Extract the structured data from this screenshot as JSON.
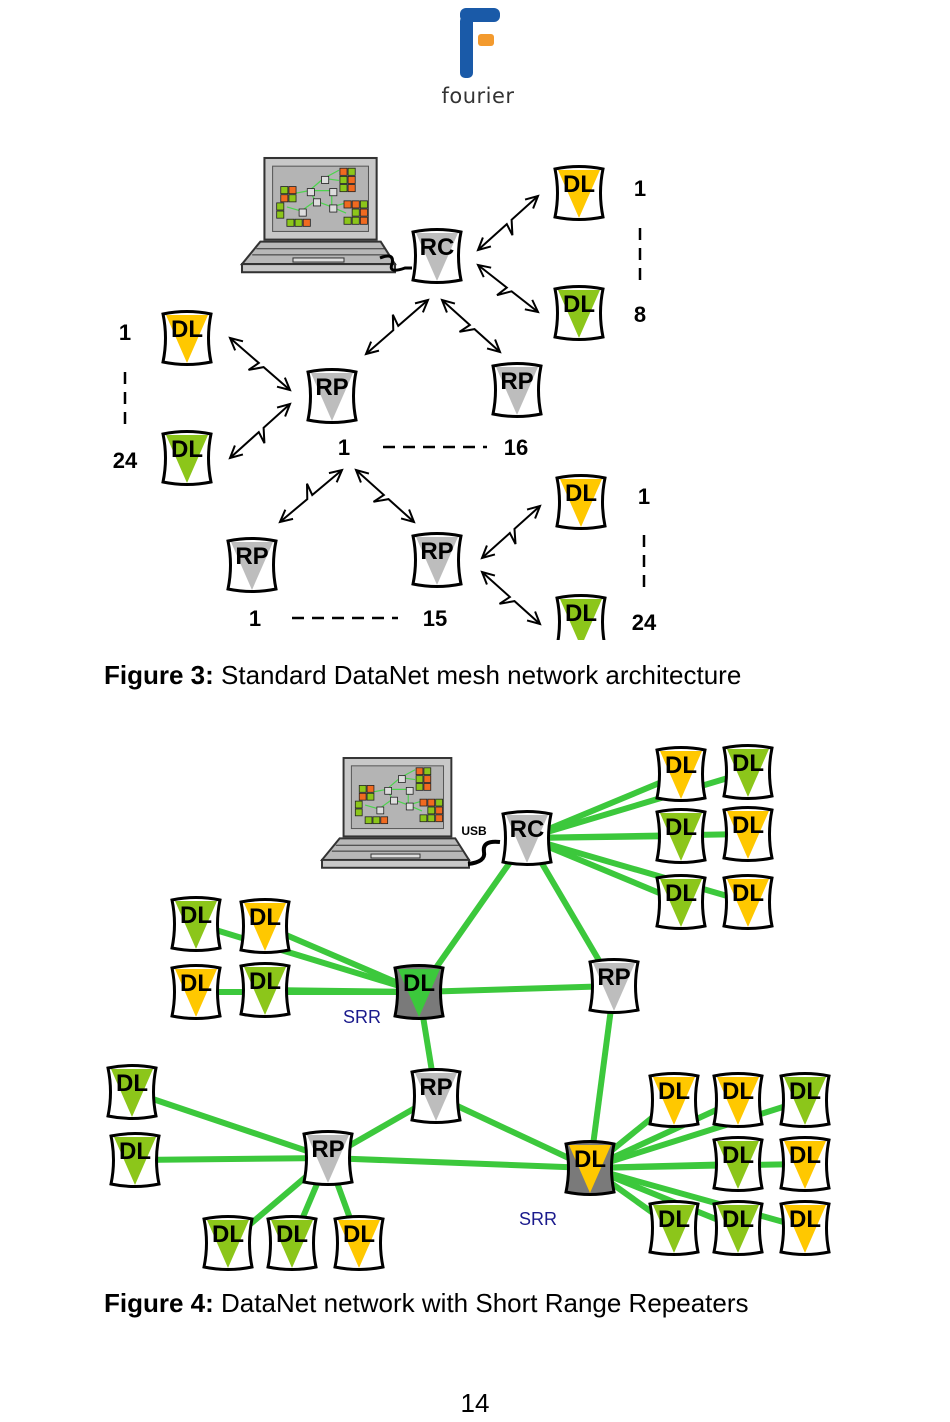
{
  "logo": {
    "text": "fourier",
    "colors": {
      "blue": "#1a5aa8",
      "orange": "#f39a2e"
    }
  },
  "colors": {
    "yellow": "#ffc800",
    "green": "#8cc61a",
    "gray": "#bdbdbd",
    "dark_gray": "#7a7a7a",
    "link_green": "#3cc83c",
    "srr_blue": "#1a1a8c"
  },
  "figure3": {
    "caption_label": "Figure 3:",
    "caption_text": " Standard DataNet mesh network architecture",
    "nodes": [
      {
        "id": "rc",
        "label": "RC",
        "fill": "gray",
        "body": "white"
      },
      {
        "id": "dl-top-1",
        "label": "DL",
        "fill": "yellow",
        "body": "white"
      },
      {
        "id": "dl-top-8",
        "label": "DL",
        "fill": "green",
        "body": "white"
      },
      {
        "id": "dl-left-1",
        "label": "DL",
        "fill": "yellow",
        "body": "white"
      },
      {
        "id": "dl-left-24",
        "label": "DL",
        "fill": "green",
        "body": "white"
      },
      {
        "id": "rp-1",
        "label": "RP",
        "fill": "gray",
        "body": "white"
      },
      {
        "id": "rp-16",
        "label": "RP",
        "fill": "gray",
        "body": "white"
      },
      {
        "id": "rp-sub-1",
        "label": "RP",
        "fill": "gray",
        "body": "white"
      },
      {
        "id": "rp-sub-15",
        "label": "RP",
        "fill": "gray",
        "body": "white"
      },
      {
        "id": "dl-br-1",
        "label": "DL",
        "fill": "yellow",
        "body": "white"
      },
      {
        "id": "dl-br-24",
        "label": "DL",
        "fill": "green",
        "body": "white"
      }
    ],
    "numbers": [
      "1",
      "8",
      "1",
      "24",
      "1",
      "16",
      "1",
      "24",
      "1",
      "15"
    ]
  },
  "figure4": {
    "caption_label": "Figure 4:",
    "caption_text": " DataNet network with Short Range Repeaters",
    "usb_label": "USB",
    "srr_labels": [
      "SRR",
      "SRR"
    ],
    "nodes": [
      {
        "id": "rc",
        "label": "RC",
        "fill": "gray",
        "body": "white"
      },
      {
        "id": "tr1",
        "label": "DL",
        "fill": "yellow",
        "body": "white"
      },
      {
        "id": "tr2",
        "label": "DL",
        "fill": "green",
        "body": "white"
      },
      {
        "id": "tr3",
        "label": "DL",
        "fill": "green",
        "body": "white"
      },
      {
        "id": "tr4",
        "label": "DL",
        "fill": "yellow",
        "body": "white"
      },
      {
        "id": "tr5",
        "label": "DL",
        "fill": "green",
        "body": "white"
      },
      {
        "id": "tr6",
        "label": "DL",
        "fill": "yellow",
        "body": "white"
      },
      {
        "id": "ml1",
        "label": "DL",
        "fill": "green",
        "body": "white"
      },
      {
        "id": "ml2",
        "label": "DL",
        "fill": "yellow",
        "body": "white"
      },
      {
        "id": "ml3",
        "label": "DL",
        "fill": "yellow",
        "body": "white"
      },
      {
        "id": "ml4",
        "label": "DL",
        "fill": "green",
        "body": "white"
      },
      {
        "id": "srr1",
        "label": "DL",
        "fill": "link_green",
        "body": "dark_gray"
      },
      {
        "id": "rp-right",
        "label": "RP",
        "fill": "gray",
        "body": "white"
      },
      {
        "id": "rp-mid",
        "label": "RP",
        "fill": "gray",
        "body": "white"
      },
      {
        "id": "bl1",
        "label": "DL",
        "fill": "green",
        "body": "white"
      },
      {
        "id": "bl2",
        "label": "DL",
        "fill": "green",
        "body": "white"
      },
      {
        "id": "rp-left",
        "label": "RP",
        "fill": "gray",
        "body": "white"
      },
      {
        "id": "bb1",
        "label": "DL",
        "fill": "green",
        "body": "white"
      },
      {
        "id": "bb2",
        "label": "DL",
        "fill": "green",
        "body": "white"
      },
      {
        "id": "bb3",
        "label": "DL",
        "fill": "yellow",
        "body": "white"
      },
      {
        "id": "srr2",
        "label": "DL",
        "fill": "yellow",
        "body": "dark_gray"
      },
      {
        "id": "br1",
        "label": "DL",
        "fill": "yellow",
        "body": "white"
      },
      {
        "id": "br2",
        "label": "DL",
        "fill": "yellow",
        "body": "white"
      },
      {
        "id": "br3",
        "label": "DL",
        "fill": "green",
        "body": "white"
      },
      {
        "id": "br4",
        "label": "DL",
        "fill": "green",
        "body": "white"
      },
      {
        "id": "br5",
        "label": "DL",
        "fill": "yellow",
        "body": "white"
      },
      {
        "id": "br6",
        "label": "DL",
        "fill": "green",
        "body": "white"
      },
      {
        "id": "br7",
        "label": "DL",
        "fill": "green",
        "body": "white"
      },
      {
        "id": "br8",
        "label": "DL",
        "fill": "yellow",
        "body": "white"
      }
    ],
    "links": [
      [
        "rc",
        "tr1"
      ],
      [
        "rc",
        "tr2"
      ],
      [
        "rc",
        "tr3"
      ],
      [
        "rc",
        "tr4"
      ],
      [
        "rc",
        "tr5"
      ],
      [
        "rc",
        "tr6"
      ],
      [
        "rc",
        "srr1"
      ],
      [
        "rc",
        "rp-right"
      ],
      [
        "srr1",
        "ml1"
      ],
      [
        "srr1",
        "ml2"
      ],
      [
        "srr1",
        "ml3"
      ],
      [
        "srr1",
        "ml4"
      ],
      [
        "srr1",
        "rp-right"
      ],
      [
        "srr1",
        "rp-mid"
      ],
      [
        "rp-right",
        "srr2"
      ],
      [
        "rp-mid",
        "srr2"
      ],
      [
        "rp-mid",
        "rp-left"
      ],
      [
        "rp-left",
        "srr2"
      ],
      [
        "rp-left",
        "bl1"
      ],
      [
        "rp-left",
        "bl2"
      ],
      [
        "rp-left",
        "bb1"
      ],
      [
        "rp-left",
        "bb2"
      ],
      [
        "rp-left",
        "bb3"
      ],
      [
        "srr2",
        "br1"
      ],
      [
        "srr2",
        "br2"
      ],
      [
        "srr2",
        "br3"
      ],
      [
        "srr2",
        "br4"
      ],
      [
        "srr2",
        "br5"
      ],
      [
        "srr2",
        "br6"
      ],
      [
        "srr2",
        "br7"
      ],
      [
        "srr2",
        "br8"
      ]
    ]
  },
  "page_number": "14"
}
